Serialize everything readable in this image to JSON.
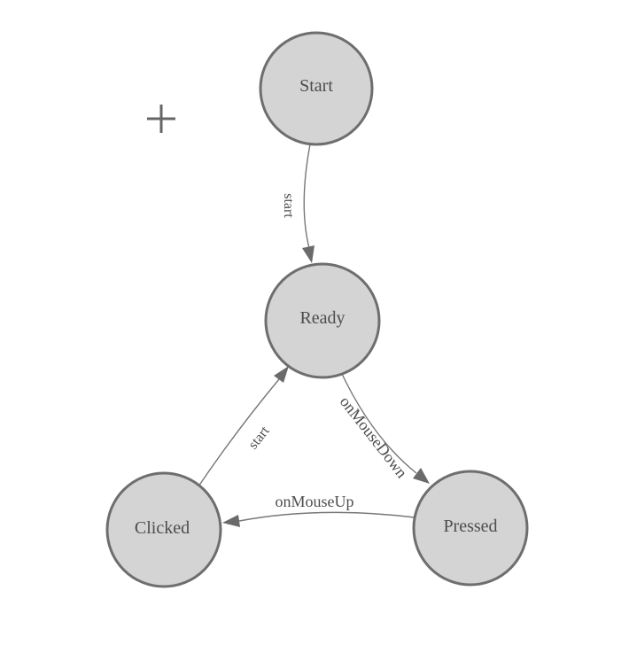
{
  "app": {
    "background": "#ffffff"
  },
  "icons": {
    "plus_icon": {
      "name": "plus-icon",
      "symbol": "+"
    }
  },
  "colors": {
    "node_fill": "#d4d4d4",
    "node_stroke": "#6e6e6e",
    "edge_stroke": "#777777",
    "arrow_fill": "#6a6a6a",
    "node_text": "#4d4d4d",
    "edge_text": "#4d4d4d",
    "plus": "#666666"
  },
  "diagram": {
    "type": "state-machine",
    "nodes": [
      {
        "id": "start",
        "label": "Start"
      },
      {
        "id": "ready",
        "label": "Ready"
      },
      {
        "id": "clicked",
        "label": "Clicked"
      },
      {
        "id": "pressed",
        "label": "Pressed"
      }
    ],
    "edges": [
      {
        "from": "Start",
        "to": "Ready",
        "label": "start"
      },
      {
        "from": "Ready",
        "to": "Pressed",
        "label": "onMouseDown"
      },
      {
        "from": "Pressed",
        "to": "Clicked",
        "label": "onMouseUp"
      },
      {
        "from": "Clicked",
        "to": "Ready",
        "label": "start"
      }
    ]
  }
}
